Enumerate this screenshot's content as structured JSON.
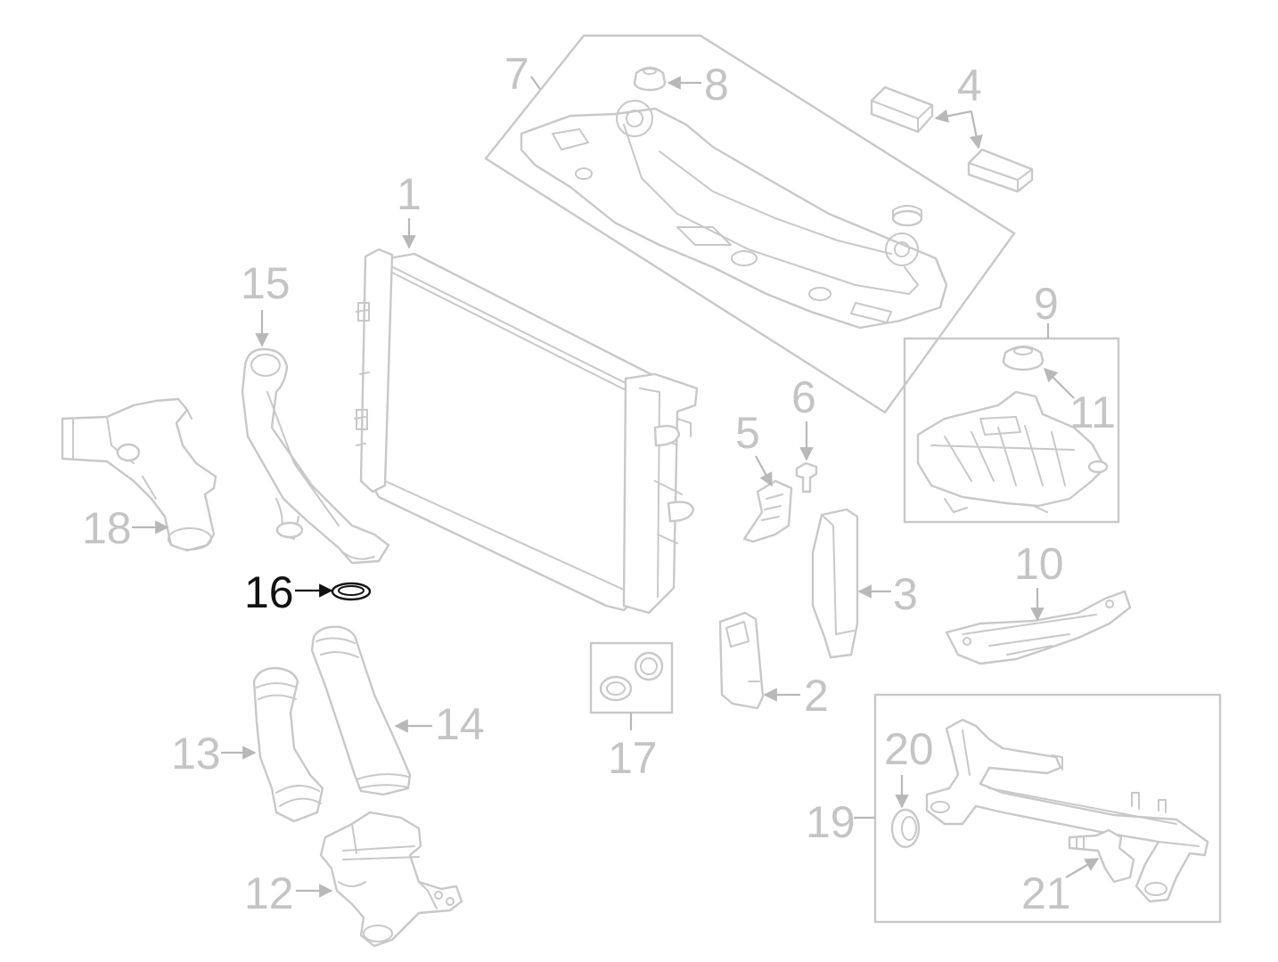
{
  "callouts": {
    "c1": "1",
    "c2": "2",
    "c3": "3",
    "c4": "4",
    "c5": "5",
    "c6": "6",
    "c7": "7",
    "c8": "8",
    "c9": "9",
    "c10": "10",
    "c11": "11",
    "c12": "12",
    "c13": "13",
    "c14": "14",
    "c15": "15",
    "c16": "16",
    "c17": "17",
    "c18": "18",
    "c19": "19",
    "c20": "20",
    "c21": "21"
  },
  "highlighted_callout": "16",
  "colors": {
    "line": "#c8c8c8",
    "highlight": "#111111",
    "background": "#ffffff"
  }
}
